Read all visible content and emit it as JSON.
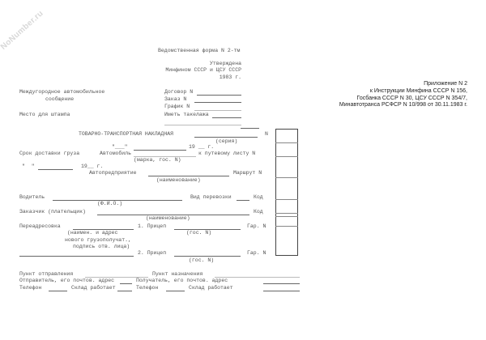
{
  "watermark": "NoNumber.ru",
  "appendix": [
    "Приложение N 2",
    "к Инструкции Минфина СССР N 156,",
    "Госбанка СССР N 30, ЦСУ СССР N 354/7,",
    "Минавтотранса РСФСР N 10/998 от 30.11.1983 г."
  ],
  "form_type": "Ведомственная форма N 2-тм",
  "approved": [
    "Утверждена",
    "Минфином СССР и ЦСУ СССР",
    "1983 г."
  ],
  "left_header": {
    "service_1": "Междугородное автомобильное",
    "service_2": "сообщение",
    "stamp": "Место для штампа"
  },
  "right_header": {
    "contract": "Договор N",
    "order": "Заказ N",
    "schedule": "График N",
    "rigging": "Иметь такелажа"
  },
  "title": "ТОВАРНО-ТРАНСПОРТНАЯ НАКЛАДНАЯ",
  "number_sign": "N",
  "series": "(серия)",
  "date_line": {
    "quotes": "\"___\"",
    "year": "19 __ г."
  },
  "delivery_term": "Срок доставки груза",
  "vehicle": "Автомобиль",
  "waybill": "к путевому листу N",
  "vehicle_hint": "(марка, гос. N)",
  "term_date": {
    "quotes": "\"  \"",
    "year": "19__ г."
  },
  "enterprise": "Автопредприятие",
  "route": "Маршрут N",
  "name_hint": "(наименование)",
  "driver": "Водитель",
  "transport_type": "Вид перевозки",
  "code": "Код",
  "fio_hint": "(Ф.И.О.)",
  "customer": "Заказчик (плательщик)",
  "readdress": "Переадресовка",
  "trailer1": "1. Прицеп",
  "trailer2": "2. Прицеп",
  "garage": "Гар. N",
  "gos_hint": "(гос. N)",
  "readdress_hint": [
    "(наимен. и адрес",
    "нового грузополучат.,",
    "подпись отв. лица)"
  ],
  "origin": "Пункт отправления",
  "destination": "Пункт назначения",
  "sender": "Отправитель, его почтов. адрес",
  "receiver": "Получатель, его почтов. адрес",
  "phone": "Телефон",
  "warehouse": "Склад работает"
}
